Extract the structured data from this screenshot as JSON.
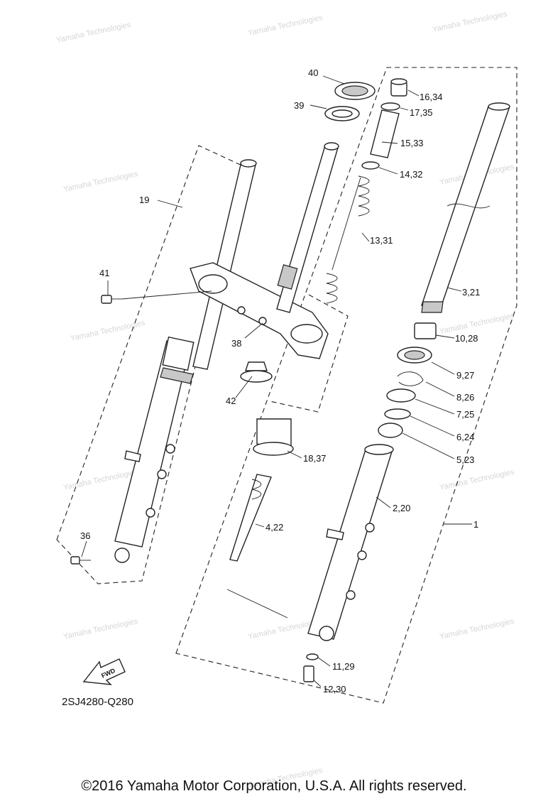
{
  "diagram_code": "2SJ4280-Q280",
  "copyright": "©2016 Yamaha Motor Corporation, U.S.A. All rights reserved.",
  "fwd_label": "FWD",
  "watermark": "Yamaha Technologies",
  "callouts": {
    "c40": "40",
    "c16_34": "16,34",
    "c39": "39",
    "c17_35": "17,35",
    "c15_33": "15,33",
    "c14_32": "14,32",
    "c19": "19",
    "c13_31": "13,31",
    "c41": "41",
    "c3_21": "3,21",
    "c38": "38",
    "c10_28": "10,28",
    "c9_27": "9,27",
    "c8_26": "8,26",
    "c42": "42",
    "c7_25": "7,25",
    "c6_24": "6,24",
    "c5_23": "5,23",
    "c18_37": "18,37",
    "c2_20": "2,20",
    "c4_22": "4,22",
    "c1": "1",
    "c36": "36",
    "c11_29": "11,29",
    "c12_30": "12,30"
  }
}
